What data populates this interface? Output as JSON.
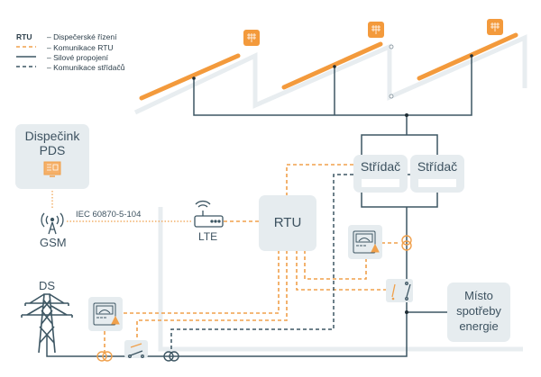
{
  "legend": {
    "items": [
      {
        "key_text": "RTU",
        "key_type": "text",
        "label": "– Dispečerské řízení"
      },
      {
        "key_type": "orange-dashed",
        "label": "– Komunikace RTU"
      },
      {
        "key_type": "solid-dark",
        "label": "– Silové propojení"
      },
      {
        "key_type": "dark-dashed",
        "label": "– Komunikace střídačů"
      }
    ]
  },
  "nodes": {
    "dispatch": {
      "line1": "Dispečink",
      "line2": "PDS"
    },
    "gsm": {
      "label": "GSM"
    },
    "protocol": {
      "label": "IEC 60870-5-104"
    },
    "lte": {
      "label": "LTE"
    },
    "rtu": {
      "label": "RTU"
    },
    "inverter_1": {
      "label": "Střídač"
    },
    "inverter_2": {
      "label": "Střídač"
    },
    "grid": {
      "label": "DS"
    },
    "consumption": {
      "line1": "Místo",
      "line2": "spotřeby",
      "line3": "energie"
    }
  },
  "colors": {
    "orange": "#f0a04b",
    "dark": "#3d5663",
    "box": "#e6ecef",
    "roof": "#e8edf0",
    "panel": "#f39a3c"
  },
  "solar_panels": {
    "count": 3
  }
}
